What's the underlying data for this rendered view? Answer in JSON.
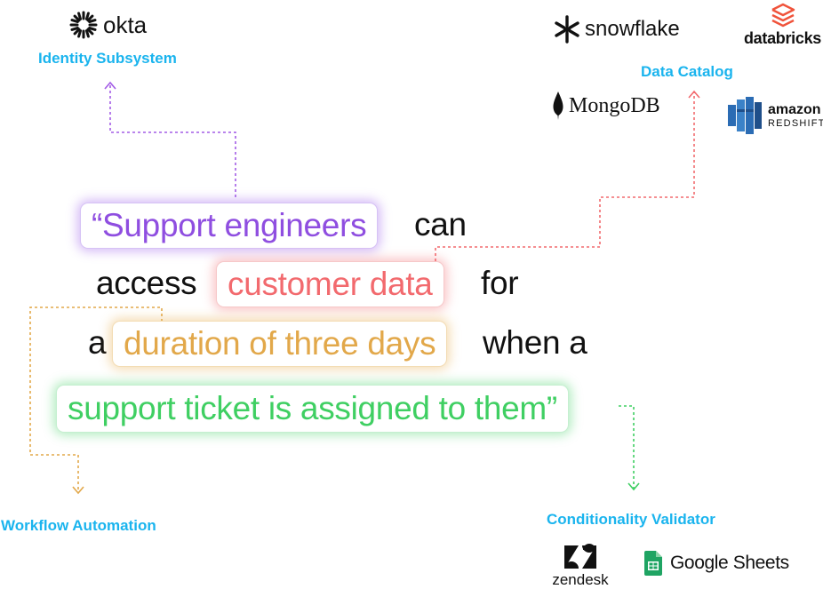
{
  "labels": {
    "identity": "Identity Subsystem",
    "catalog": "Data Catalog",
    "workflow": "Workflow Automation",
    "conditionality": "Conditionality Validator"
  },
  "sentence": {
    "subject": "“Support engineers",
    "can": "can",
    "access": "access",
    "resource": "customer data",
    "for": "for",
    "a": "a",
    "duration": "duration of three days",
    "when_a": "when a",
    "condition": "support ticket is assigned to them”"
  },
  "logos": {
    "okta": "okta",
    "snowflake": "snowflake",
    "databricks": "databricks",
    "mongodb": "MongoDB",
    "amazon": "amazon",
    "redshift": "REDSHIFT",
    "zendesk": "zendesk",
    "google_sheets": "Google Sheets"
  },
  "colors": {
    "label": "#1ab4ee",
    "identity": "#8f4ee0",
    "catalog": "#f26a6e",
    "workflow": "#e2a84a",
    "conditionality": "#3fcf62"
  }
}
